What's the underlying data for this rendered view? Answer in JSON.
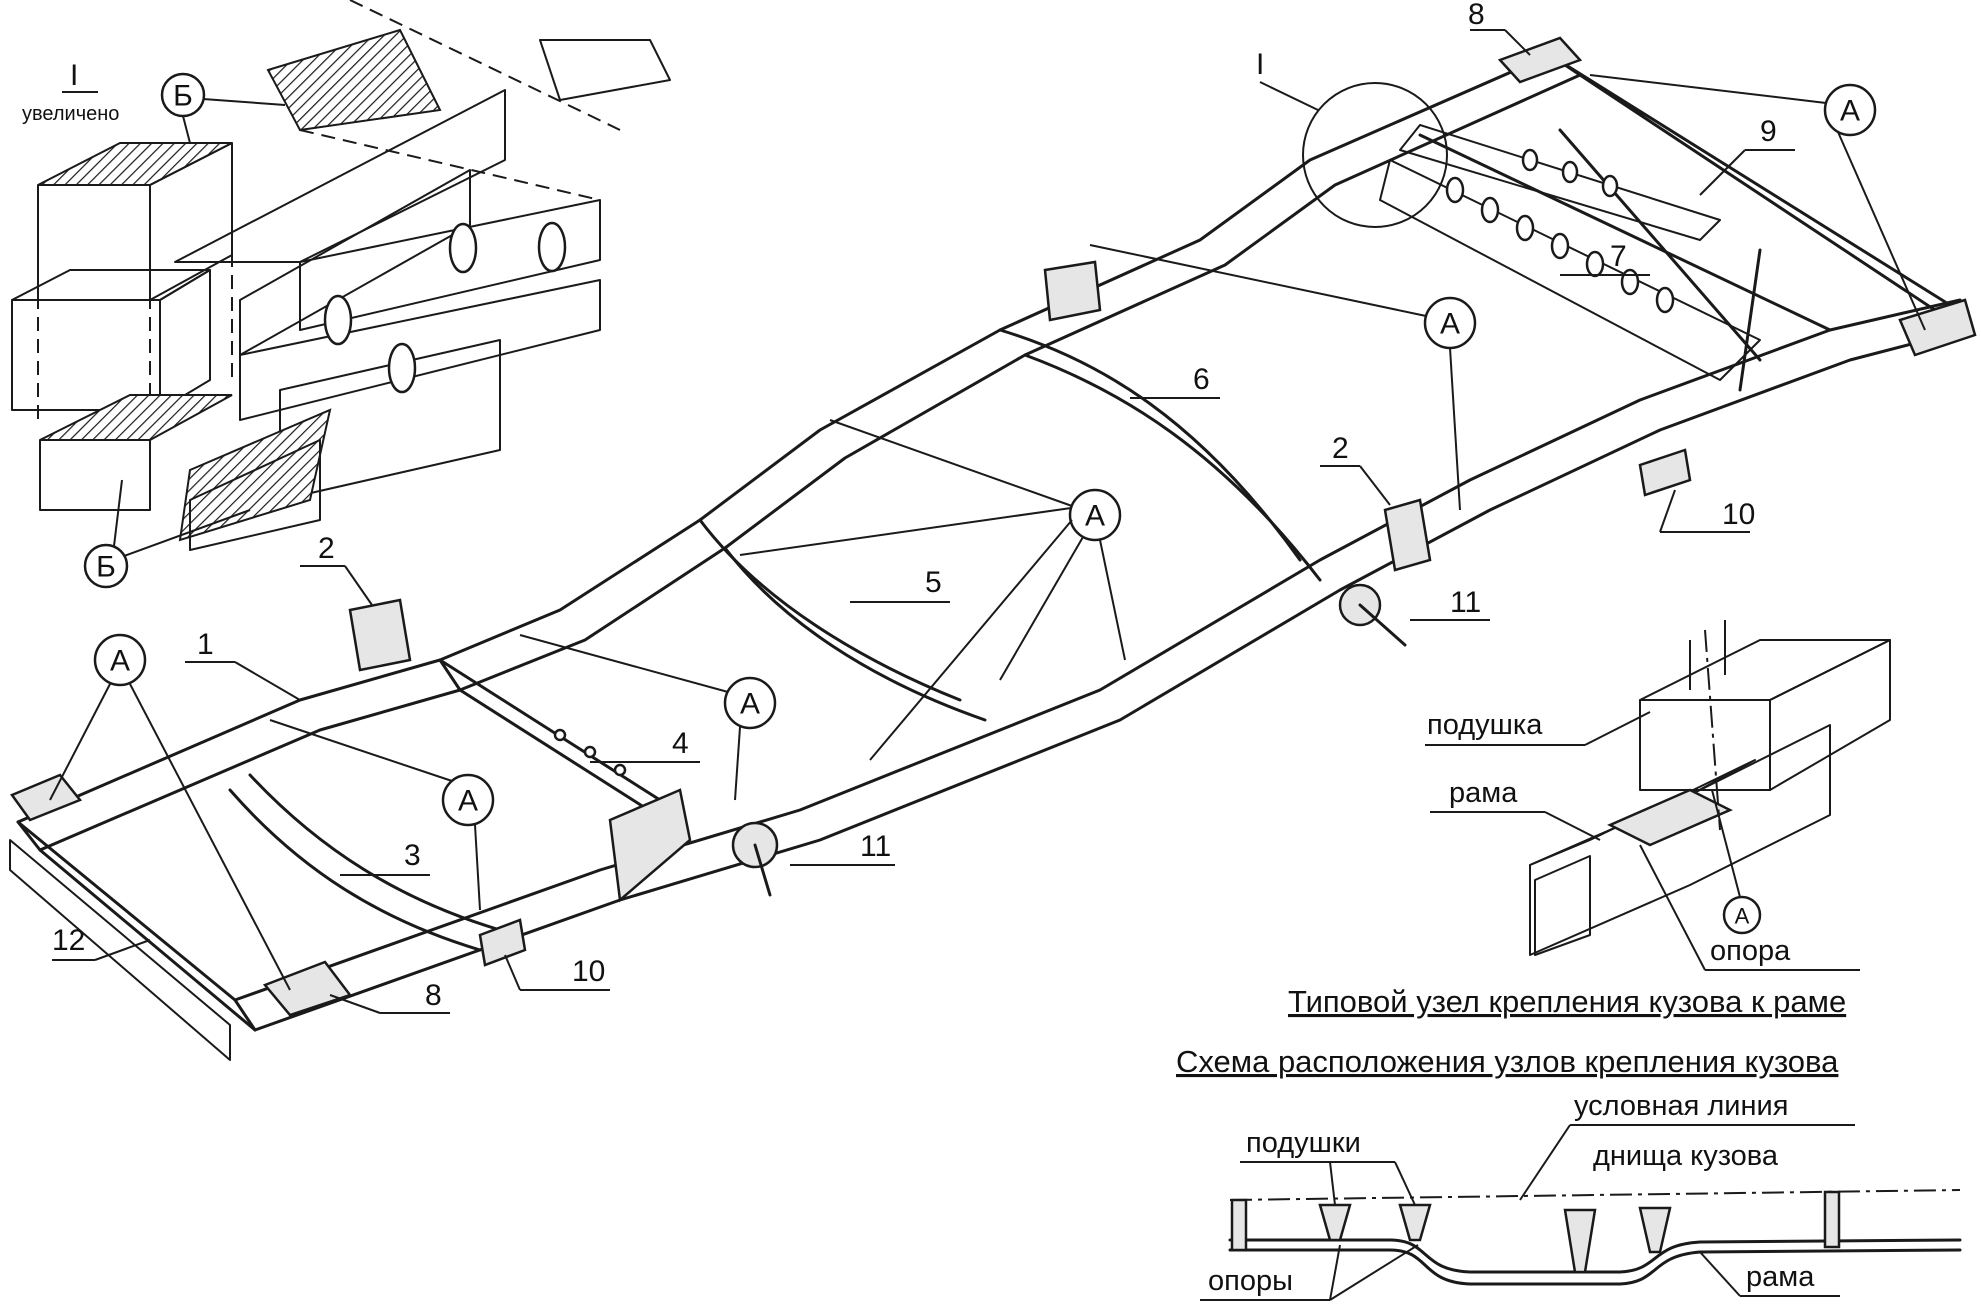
{
  "detail_view": {
    "roman": "I",
    "subtitle": "увеличено",
    "label_b": "Б"
  },
  "view_marker": "I",
  "mount_letter": "А",
  "parts": {
    "p1": "1",
    "p2": "2",
    "p3": "3",
    "p4": "4",
    "p5": "5",
    "p6": "6",
    "p7": "7",
    "p8": "8",
    "p9": "9",
    "p10": "10",
    "p11": "11",
    "p12": "12"
  },
  "typical_mount": {
    "cushion": "подушка",
    "frame": "рама",
    "support": "опора",
    "letter": "А",
    "caption": "Типовой узел крепления кузова к раме"
  },
  "layout_scheme": {
    "caption": "Схема расположения узлов крепления кузова",
    "cushions": "подушки",
    "supports": "опоры",
    "line_1": "условная линия",
    "line_2": "днища кузова",
    "frame": "рама"
  }
}
